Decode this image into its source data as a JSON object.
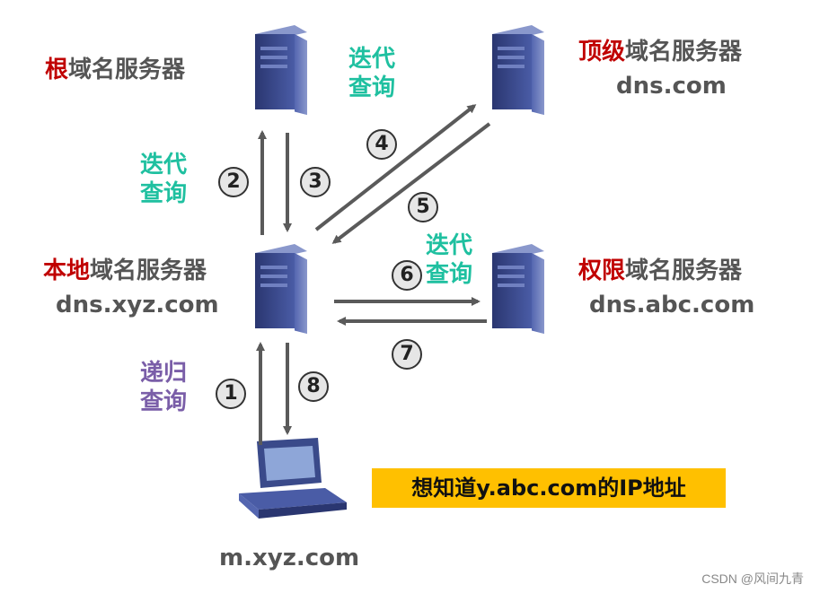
{
  "labels": {
    "root": {
      "highlight": "根",
      "rest": "域名服务器"
    },
    "tld": {
      "highlight": "顶级",
      "rest": "域名服务器",
      "host": "dns.com"
    },
    "local": {
      "highlight": "本地",
      "rest": "域名服务器",
      "host": "dns.xyz.com"
    },
    "auth": {
      "highlight": "权限",
      "rest": "域名服务器",
      "host": "dns.abc.com"
    },
    "client_host": "m.xyz.com"
  },
  "query_types": {
    "iterative_line1": "迭代",
    "iterative_line2": "查询",
    "recursive_line1": "递归",
    "recursive_line2": "查询"
  },
  "steps": [
    "1",
    "2",
    "3",
    "4",
    "5",
    "6",
    "7",
    "8"
  ],
  "banner": "想知道y.abc.com的IP地址",
  "watermark": "CSDN @风间九青",
  "colors": {
    "highlight_red": "#c00000",
    "iterative_teal": "#1fc0a0",
    "recursive_purple": "#7a5ea8",
    "banner_yellow": "#ffc000",
    "arrow_gray": "#5a5a5a",
    "server_blue": "#3a4a8a"
  }
}
